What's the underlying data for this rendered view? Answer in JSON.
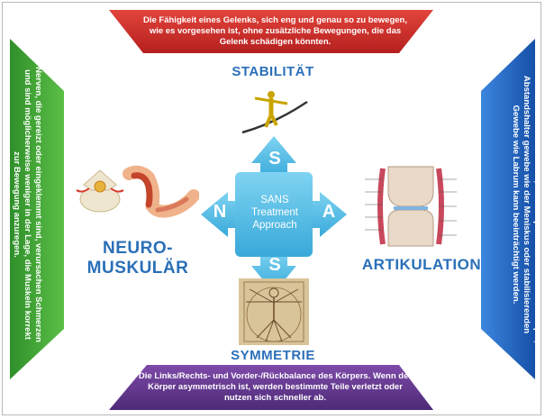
{
  "center": {
    "label_line1": "SANS",
    "label_line2": "Treatment",
    "label_line3": "Approach",
    "letter_top": "S",
    "letter_bottom": "S",
    "letter_left": "N",
    "letter_right": "A"
  },
  "stabilitat": {
    "heading": "STABILITÄT",
    "description": "Die Fähigkeit eines Gelenks, sich eng und genau so zu bewegen, wie es vorgesehen ist, ohne zusätzliche Bewegungen, die das Gelenk schädigen könnten."
  },
  "symmetrie": {
    "heading": "SYMMETRIE",
    "description": "Die Links/Rechts- und Vorder-/Rückbalance des Körpers. Wenn der Körper asymmetrisch ist, werden bestimmte Teile verletzt oder nutzen sich schneller ab."
  },
  "neuromuskular": {
    "heading_line1": "NEURO-",
    "heading_line2": "MUSKULÄR",
    "description": "Nerven, die gereizt oder eingeklemmt sind, verursachen Schmerzen und sind möglicherweise weniger in der Lage, die Muskeln korrekt zur Bewegung anzuregen."
  },
  "artikulation": {
    "heading": "ARTIKULATION",
    "description": "Die Gesundheit der Gelenke, stoßdämpfenden Gewebe wie Knorpel, Abstandshalter gewebe wie der Meniskus oder stabilisierenden Gewebe wie Labrum kann beeinträchtigt werden."
  },
  "colors": {
    "top_band": "#d0312d",
    "bottom_band": "#6a3d96",
    "left_band": "#3fa535",
    "right_band": "#1f63c4",
    "arrows": "#5bc2e7",
    "heading_text": "#2a6fb8"
  }
}
